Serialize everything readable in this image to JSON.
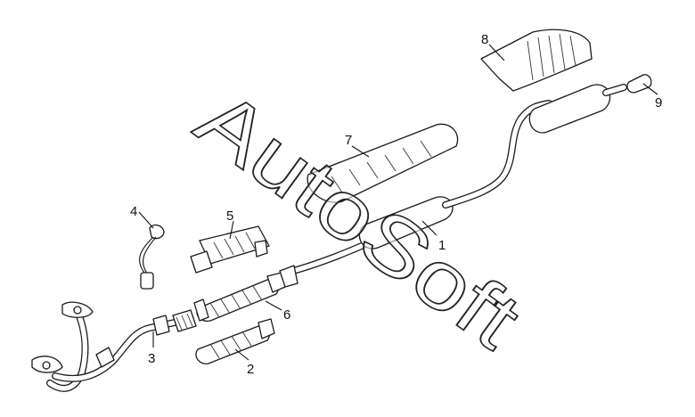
{
  "diagram": {
    "callouts": [
      "1",
      "2",
      "3",
      "4",
      "5",
      "6",
      "7",
      "8",
      "9"
    ],
    "watermark": "AutoSoft"
  }
}
